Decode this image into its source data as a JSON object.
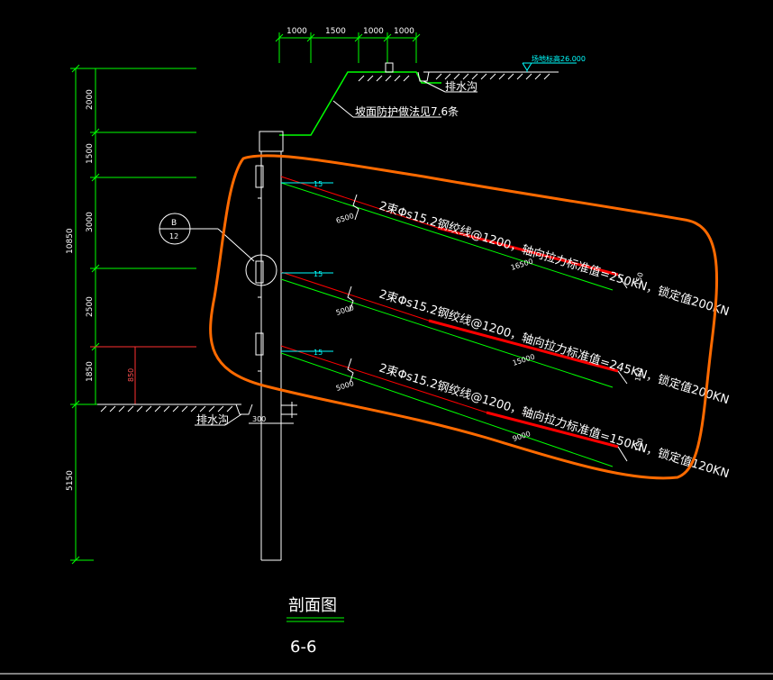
{
  "colors": {
    "background": "#000000",
    "dimension": "#00ff00",
    "structure": "#ffffff",
    "anchor_free": "#00ff00",
    "anchor_bond": "#ff0000",
    "annotation_cloud": "#ff6a00",
    "elevation": "#00ffff",
    "soil_hatch": "#ffffff"
  },
  "top_dims": [
    "1000",
    "1500",
    "1000",
    "1000"
  ],
  "left_dims": [
    "2000",
    "1500",
    "3000",
    "2500",
    "1850"
  ],
  "left_total": "10850",
  "left_below": "5150",
  "small_dim": "850",
  "elevation_label": "场地标高26.000",
  "drain_label": "排水沟",
  "slope_note": "坡面防护做法见7.6条",
  "detail_marker": {
    "top": "B",
    "bottom": "12"
  },
  "wall_width": "300",
  "anchors": [
    {
      "spec": "2束Φs15.2钢绞线@1200，轴向拉力标准值=250KN，锁定值200KN",
      "free_length": "6500",
      "bond_length": "16500",
      "angle": "15",
      "diameter": "150"
    },
    {
      "spec": "2束Φs15.2钢绞线@1200，轴向拉力标准值=245KN，锁定值200KN",
      "free_length": "5000",
      "bond_length": "15000",
      "angle": "15",
      "diameter": "150"
    },
    {
      "spec": "2束Φs15.2钢绞线@1200，轴向拉力标准值=150KN，锁定值120KN",
      "free_length": "5000",
      "bond_length": "9000",
      "angle": "15",
      "diameter": "150"
    }
  ],
  "section_title": "剖面图",
  "section_number": "6-6"
}
